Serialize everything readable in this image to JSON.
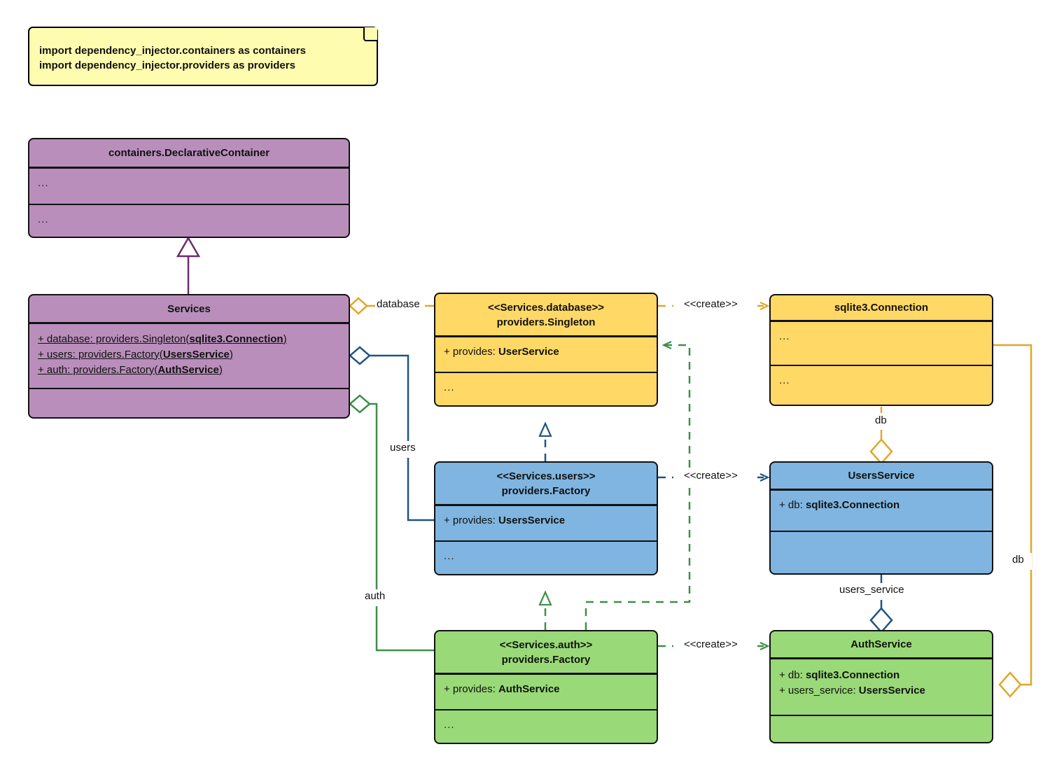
{
  "diagram": {
    "title": "Dependency Injector containers UML class diagram",
    "type": "uml-class-diagram",
    "colors": {
      "note_fill": "#fdfcaf",
      "purple_fill": "#b98ebb",
      "yellow_fill": "#ffd866",
      "blue_fill": "#7fb5e0",
      "green_fill": "#99d977",
      "outline": "#111111",
      "yellow_edge": "#e0a72a",
      "blue_edge": "#1f5582",
      "green_edge": "#3f8f48",
      "purple_edge": "#6b2d6b"
    }
  },
  "note": {
    "lines": [
      "import dependency_injector.containers as containers",
      "import dependency_injector.providers as providers"
    ]
  },
  "classes": {
    "declarative_container": {
      "name": "containers.DeclarativeContainer",
      "attributes": "...",
      "methods": "..."
    },
    "services": {
      "name": "Services",
      "attributes": [
        {
          "prefix": "+ database: providers.Singleton(",
          "type": "sqlite3.Connection",
          "suffix": ")"
        },
        {
          "prefix": "+ users: providers.Factory(",
          "type": "UsersService",
          "suffix": ")"
        },
        {
          "prefix": "+ auth: providers.Factory(",
          "type": "AuthService",
          "suffix": ")"
        }
      ],
      "methods": ""
    },
    "services_database": {
      "stereotype": "<<Services.database>>",
      "name": "providers.Singleton",
      "attribute_prefix": "+ provides: ",
      "attribute_type": "UserService",
      "methods": "..."
    },
    "services_users": {
      "stereotype": "<<Services.users>>",
      "name": "providers.Factory",
      "attribute_prefix": "+ provides: ",
      "attribute_type": "UsersService",
      "methods": "..."
    },
    "services_auth": {
      "stereotype": "<<Services.auth>>",
      "name": "providers.Factory",
      "attribute_prefix": "+ provides: ",
      "attribute_type": "AuthService",
      "methods": "..."
    },
    "sqlite_connection": {
      "name": "sqlite3.Connection",
      "attributes": "...",
      "methods": "..."
    },
    "users_service": {
      "name": "UsersService",
      "attribute_prefix": "+ db: ",
      "attribute_type": "sqlite3.Connection",
      "methods": ""
    },
    "auth_service": {
      "name": "AuthService",
      "attributes": [
        {
          "prefix": "+ db: ",
          "type": "sqlite3.Connection"
        },
        {
          "prefix": "+ users_service: ",
          "type": "UsersService"
        }
      ],
      "methods": ""
    }
  },
  "edges": {
    "database_label": "database",
    "users_label": "users",
    "auth_label": "auth",
    "db_label_top": "db",
    "db_label_right": "db",
    "users_service_label": "users_service",
    "create_database": "<<create>>",
    "create_users": "<<create>>",
    "create_auth": "<<create>>"
  }
}
